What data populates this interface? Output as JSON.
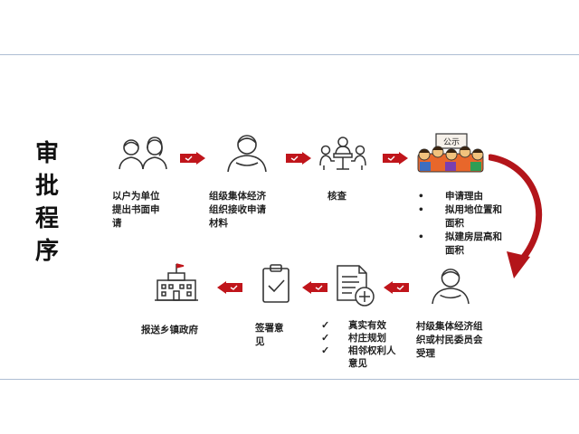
{
  "title_chars": [
    "审",
    "批",
    "程",
    "序"
  ],
  "steps": {
    "s1": {
      "lines": [
        "以户为单位",
        "提出书面申",
        "请"
      ],
      "icon": "two-people-icon"
    },
    "s2": {
      "lines": [
        "组级集体经济",
        "组织接收申请",
        "材料"
      ],
      "icon": "person-icon"
    },
    "s3": {
      "lines": [
        "核查"
      ],
      "icon": "meeting-icon"
    },
    "s4": {
      "sign_text": "公示",
      "icon": "public-notice-icon",
      "bullet": "•",
      "items": [
        {
          "lines": [
            "申请理由"
          ]
        },
        {
          "lines": [
            "拟用地位置和",
            "面积"
          ]
        },
        {
          "lines": [
            "拟建房层高和",
            "面积"
          ]
        }
      ]
    },
    "s5": {
      "lines": [
        "村级集体经济组",
        "织或村民委员会",
        "受理"
      ],
      "icon": "person-icon"
    },
    "s6": {
      "icon": "document-add-icon",
      "check": "✓",
      "items": [
        {
          "lines": [
            "真实有效"
          ]
        },
        {
          "lines": [
            "村庄规划"
          ]
        },
        {
          "lines": [
            "相邻权利人",
            "意见"
          ]
        }
      ]
    },
    "s7": {
      "lines": [
        "签署意",
        "见"
      ],
      "icon": "clipboard-check-icon"
    },
    "s8": {
      "lines": [
        "报送乡镇政府"
      ],
      "icon": "government-building-icon"
    }
  },
  "colors": {
    "accent": "#c0151b",
    "icon_stroke": "#333333",
    "rule": "#aebdd3"
  }
}
